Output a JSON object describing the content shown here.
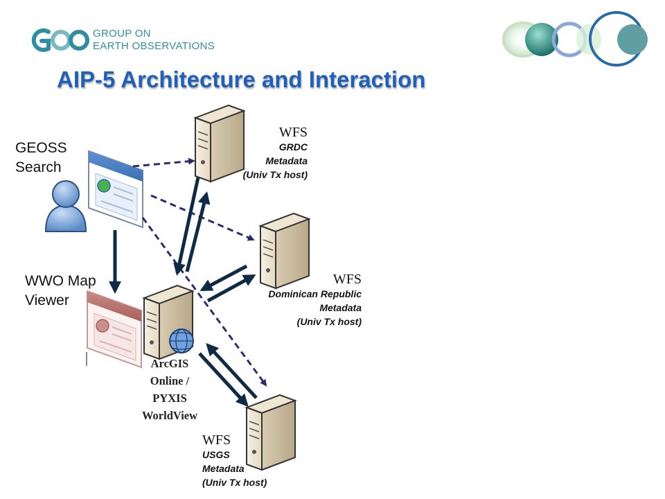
{
  "header": {
    "org_line1": "GROUP ON",
    "org_line2": "EARTH OBSERVATIONS",
    "title": "AIP-5 Architecture and Interaction"
  },
  "labels": {
    "geoss": [
      "GEOSS",
      "Search"
    ],
    "wwo": [
      "WWO Map",
      "Viewer"
    ],
    "arcgis": [
      "ArcGIS",
      "Online /",
      "PYXIS",
      "WorldView"
    ]
  },
  "services": {
    "grdc": {
      "type": "WFS",
      "lines": [
        "GRDC",
        "Metadata",
        "(Univ Tx host)"
      ]
    },
    "dominican": {
      "type": "WFS",
      "lines": [
        "Dominican Republic",
        "Metadata",
        "(Univ Tx host)"
      ]
    },
    "usgs": {
      "type": "WFS",
      "lines": [
        "USGS",
        "Metadata",
        "(Univ Tx host)"
      ]
    }
  },
  "colors": {
    "title": "#2060b8",
    "dashed_arrow": "#2b2b70",
    "solid_arrow": "#0f2a45",
    "logo_teal": "#2f8fa0"
  }
}
